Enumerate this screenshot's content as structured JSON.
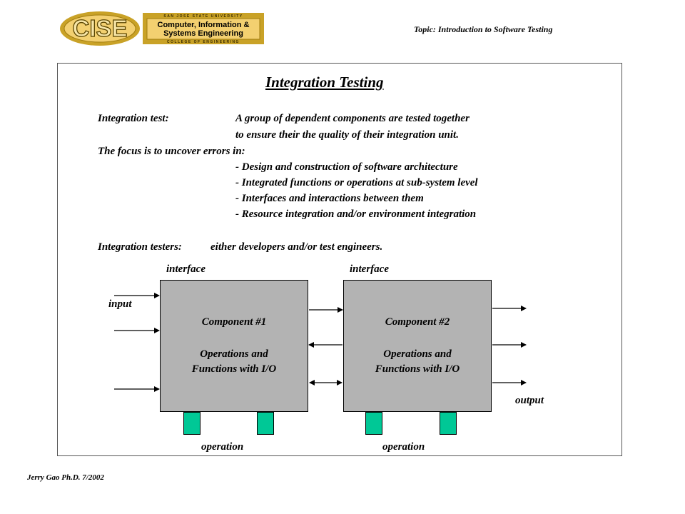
{
  "header": {
    "logo": {
      "letters": "CISE",
      "university": "SAN JOSE STATE UNIVERSITY",
      "line1": "Computer, Information &",
      "line2": "Systems Engineering",
      "college": "COLLEGE OF ENGINEERING"
    },
    "topic": "Topic: Introduction to Software Testing"
  },
  "slide": {
    "title": "Integration Testing",
    "test_label": "Integration test:",
    "test_desc_1": "A group of dependent components are tested together",
    "test_desc_2": "to ensure their the quality of their integration unit.",
    "focus_label": "The focus is to uncover errors in:",
    "focus_items": [
      "- Design and construction of software architecture",
      "- Integrated functions or operations at sub-system level",
      "- Interfaces and interactions between them",
      "- Resource integration and/or environment integration"
    ],
    "testers_label": "Integration testers:",
    "testers_desc": "either developers and/or test engineers."
  },
  "diagram": {
    "interface_label": "interface",
    "input_label": "input",
    "output_label": "output",
    "operation_label": "operation",
    "component1": {
      "name": "Component #1",
      "desc1": "Operations and",
      "desc2": "Functions with I/O"
    },
    "component2": {
      "name": "Component #2",
      "desc1": "Operations and",
      "desc2": "Functions with I/O"
    },
    "colors": {
      "component_fill": "#b3b3b3",
      "operation_fill": "#00c896"
    }
  },
  "footer": {
    "author": "Jerry Gao Ph.D.  7/2002"
  }
}
